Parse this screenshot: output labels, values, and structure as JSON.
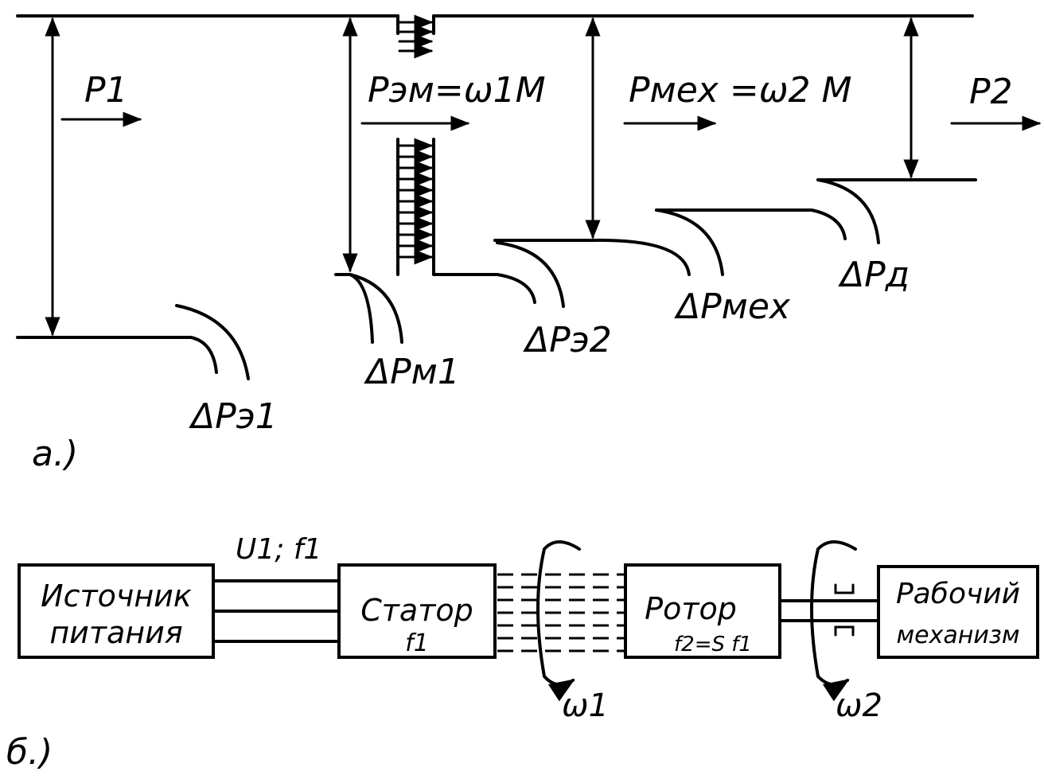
{
  "part_a": {
    "label": "a.)",
    "power_labels": {
      "p1": "P1",
      "pem": "Pэм=ω1M",
      "pmex": "Pмех =ω2 M",
      "p2": "P2"
    },
    "loss_labels": {
      "dpe1": "ΔPэ1",
      "dpm1": "ΔPм1",
      "dpe2": "ΔPэ2",
      "dpmex": "ΔPмех",
      "dpd": "ΔPд"
    }
  },
  "part_b": {
    "label": "б.)",
    "source": [
      "Источник",
      "питания"
    ],
    "supply_label": "U1; f1",
    "stator": [
      "Статор",
      "f1"
    ],
    "rotor": [
      "Ротор",
      "f2=S f1"
    ],
    "mechanism": [
      "Рабочий",
      "механизм"
    ],
    "omega1": "ω1",
    "omega2": "ω2"
  }
}
